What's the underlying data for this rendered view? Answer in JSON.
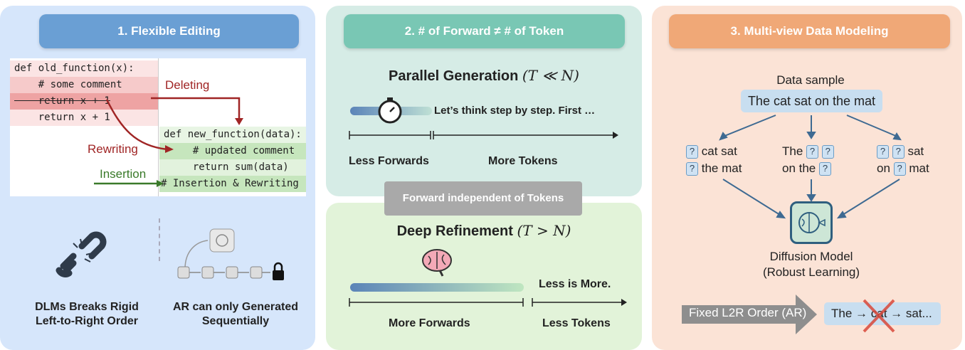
{
  "panel1": {
    "title": "1. Flexible Editing",
    "old_code": [
      "def old_function(x):",
      "    # some comment",
      "    return x + 1",
      "    return x + 1"
    ],
    "new_code": [
      "def new_function(data):",
      "  # updated comment",
      "  return sum(data)",
      "# Insertion & Rewriting"
    ],
    "deleting": "Deleting",
    "rewriting": "Rewriting",
    "insertion": "Insertion",
    "caption_left": [
      "DLMs Breaks Rigid",
      "Left-to-Right Order"
    ],
    "caption_right": [
      "AR can only Generated",
      "Sequentially"
    ]
  },
  "panel2": {
    "title": "2. # of Forward ≠ # of Token",
    "parallel_title": "Parallel Generation",
    "parallel_math": "(T ≪ N)",
    "parallel_text": "Let’s think step by step. First …",
    "less_forwards": "Less Forwards",
    "more_tokens": "More Tokens",
    "bridge": "Forward independent of Tokens",
    "deep_title": "Deep Refinement",
    "deep_math": "(T > N)",
    "less_is_more": "Less is More.",
    "more_forwards": "More Forwards",
    "less_tokens": "Less Tokens"
  },
  "panel3": {
    "title": "3. Multi-view Data Modeling",
    "data_sample": "Data sample",
    "sentence": "The cat sat on the mat",
    "mask": "?",
    "v1": [
      "cat sat",
      "the mat"
    ],
    "v2": [
      "The",
      "on the"
    ],
    "v3": [
      "sat",
      "on",
      "mat"
    ],
    "model": [
      "Diffusion Model",
      "(Robust Learning)"
    ],
    "fixed": "Fixed L2R Order (AR)",
    "ar_seq": "The → cat → sat..."
  },
  "colors": {
    "blue": "#6a9fd4",
    "teal": "#79c7b4",
    "orange": "#f0a877"
  }
}
